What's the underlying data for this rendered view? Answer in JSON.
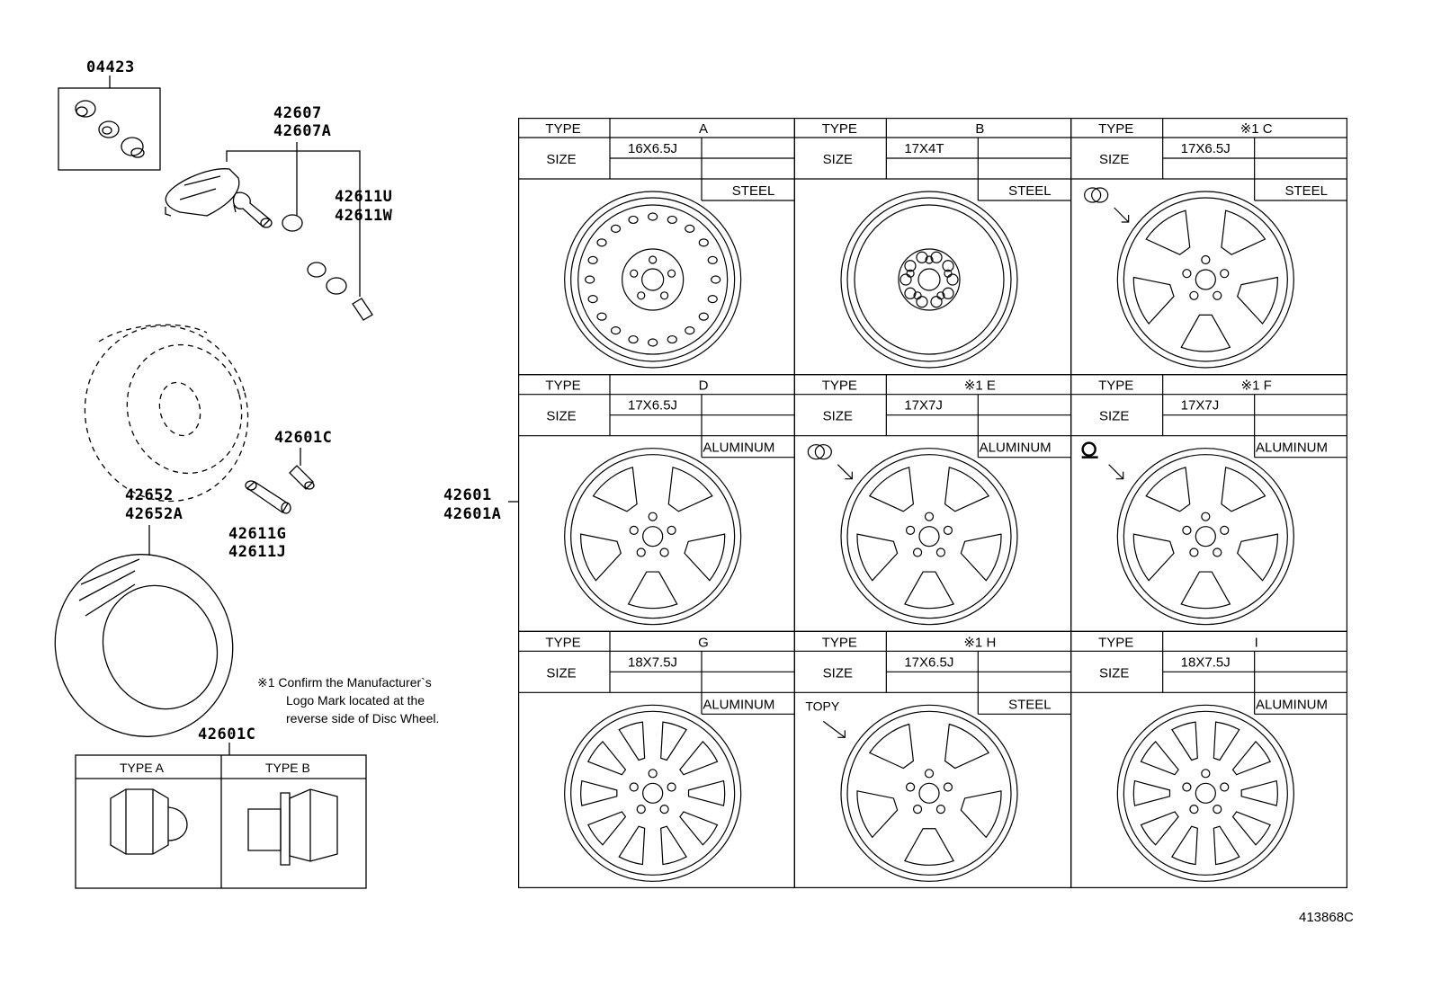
{
  "parts": {
    "p04423": "04423",
    "p42607": "42607",
    "p42607A": "42607A",
    "p42611U": "42611U",
    "p42611W": "42611W",
    "p42601C_top": "42601C",
    "p42652": "42652",
    "p42652A": "42652A",
    "p42611G": "42611G",
    "p42611J": "42611J",
    "p42601": "42601",
    "p42601A": "42601A",
    "p42601C_bottom": "42601C"
  },
  "note": {
    "line1": "※1 Confirm the Manufacturer`s",
    "line2": "Logo Mark located at the",
    "line3": "reverse side of Disc Wheel."
  },
  "nut_table": {
    "type_a": "TYPE A",
    "type_b": "TYPE B"
  },
  "wheel_table": {
    "type_label": "TYPE",
    "size_label": "SIZE",
    "cells": [
      {
        "type": "A",
        "size": "16X6.5J",
        "material": "STEEL",
        "spokes": 0,
        "logo": ""
      },
      {
        "type": "B",
        "size": "17X4T",
        "material": "STEEL",
        "spokes": 0,
        "logo": ""
      },
      {
        "type": "※1 C",
        "size": "17X6.5J",
        "material": "STEEL",
        "spokes": 5,
        "logo": "pill"
      },
      {
        "type": "D",
        "size": "17X6.5J",
        "material": "ALUMINUM",
        "spokes": 5,
        "logo": ""
      },
      {
        "type": "※1 E",
        "size": "17X7J",
        "material": "ALUMINUM",
        "spokes": 5,
        "logo": "pill"
      },
      {
        "type": "※1 F",
        "size": "17X7J",
        "material": "ALUMINUM",
        "spokes": 5,
        "logo": "bell"
      },
      {
        "type": "G",
        "size": "18X7.5J",
        "material": "ALUMINUM",
        "spokes": 10,
        "logo": ""
      },
      {
        "type": "※1 H",
        "size": "17X6.5J",
        "material": "STEEL",
        "spokes": 5,
        "logo": "TOPY"
      },
      {
        "type": "I",
        "size": "18X7.5J",
        "material": "ALUMINUM",
        "spokes": 10,
        "logo": ""
      }
    ]
  },
  "drawing_code": "413868C"
}
